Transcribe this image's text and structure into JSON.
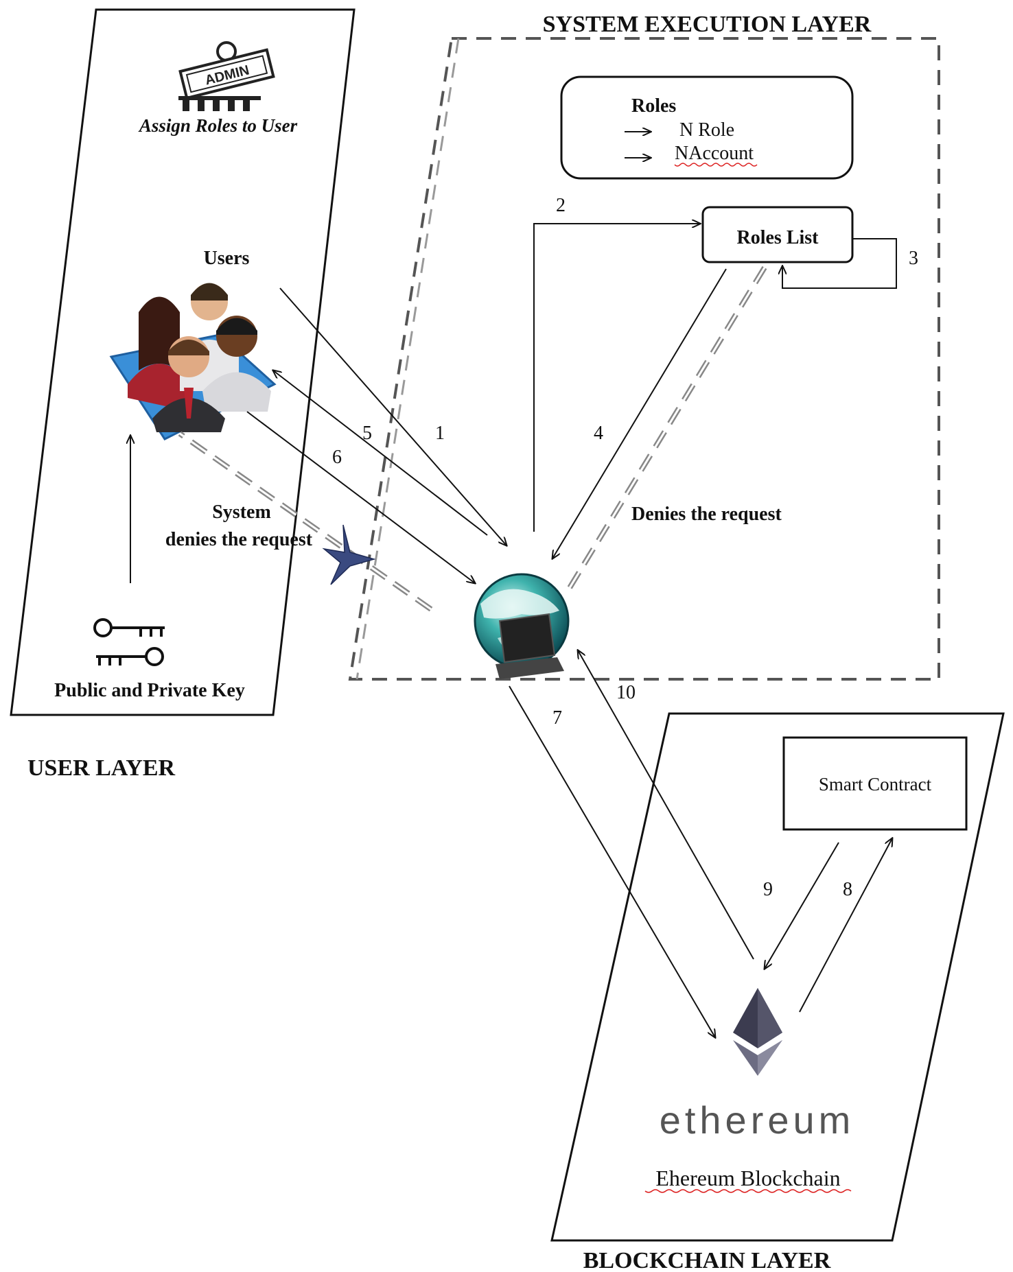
{
  "layers": {
    "user": "USER LAYER",
    "system": "SYSTEM EXECUTION LAYER",
    "blockchain": "BLOCKCHAIN LAYER"
  },
  "admin": {
    "sign": "ADMIN",
    "caption": "Assign Roles to User"
  },
  "users_label": "Users",
  "keys_label": "Public and Private Key",
  "system_denies": {
    "line1": "System",
    "line2": "denies the request"
  },
  "roles_box": {
    "title": "Roles",
    "item1": "N Role",
    "item2": "NAccount"
  },
  "roles_list": "Roles List",
  "denies_request": "Denies the request",
  "smart_contract": "Smart Contract",
  "ethereum": {
    "wordmark": "ethereum",
    "caption": "Ehereum Blockchain"
  },
  "steps": [
    "1",
    "2",
    "3",
    "4",
    "5",
    "6",
    "7",
    "8",
    "9",
    "10"
  ],
  "colors": {
    "line": "#111111",
    "dash": "#808080",
    "users_platform": "#3a8fd8",
    "globe": "#2a9d9d",
    "eth_dark": "#3c3c50",
    "eth_light": "#8a8a9e",
    "star": "#3a4a80"
  }
}
